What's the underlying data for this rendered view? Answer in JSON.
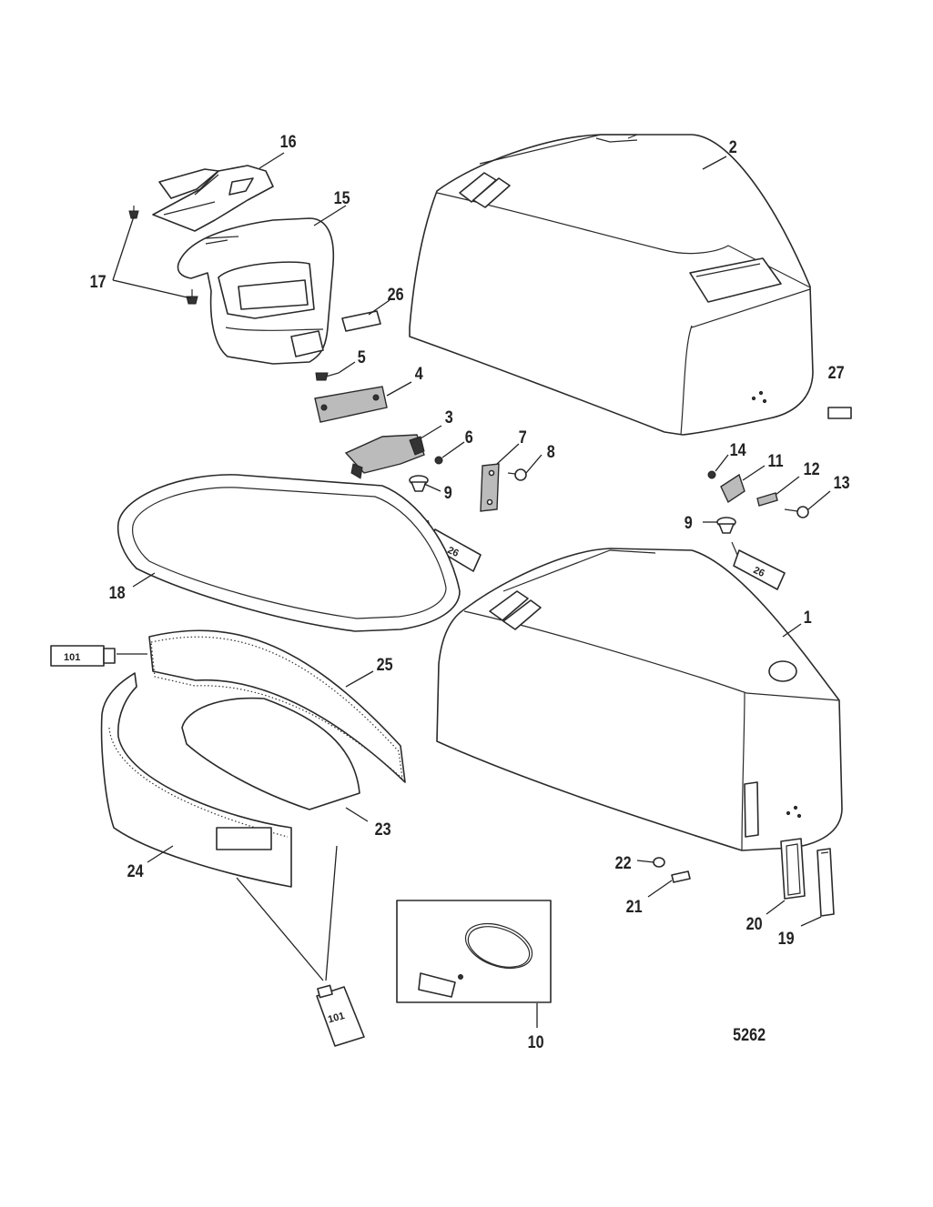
{
  "diagram": {
    "figure_number": "5262",
    "callouts": {
      "c1": "1",
      "c2": "2",
      "c3": "3",
      "c4": "4",
      "c5": "5",
      "c6": "6",
      "c7": "7",
      "c8": "8",
      "c9a": "9",
      "c9b": "9",
      "c10": "10",
      "c11": "11",
      "c12": "12",
      "c13": "13",
      "c14": "14",
      "c15": "15",
      "c16": "16",
      "c17": "17",
      "c18": "18",
      "c19": "19",
      "c20": "20",
      "c21": "21",
      "c22": "22",
      "c23": "23",
      "c24": "24",
      "c25": "25",
      "c26": "26",
      "c27": "27"
    },
    "tube_labels": {
      "sealant_a": "26",
      "sealant_b": "26",
      "adhesive_a": "101",
      "adhesive_b": "101"
    }
  }
}
